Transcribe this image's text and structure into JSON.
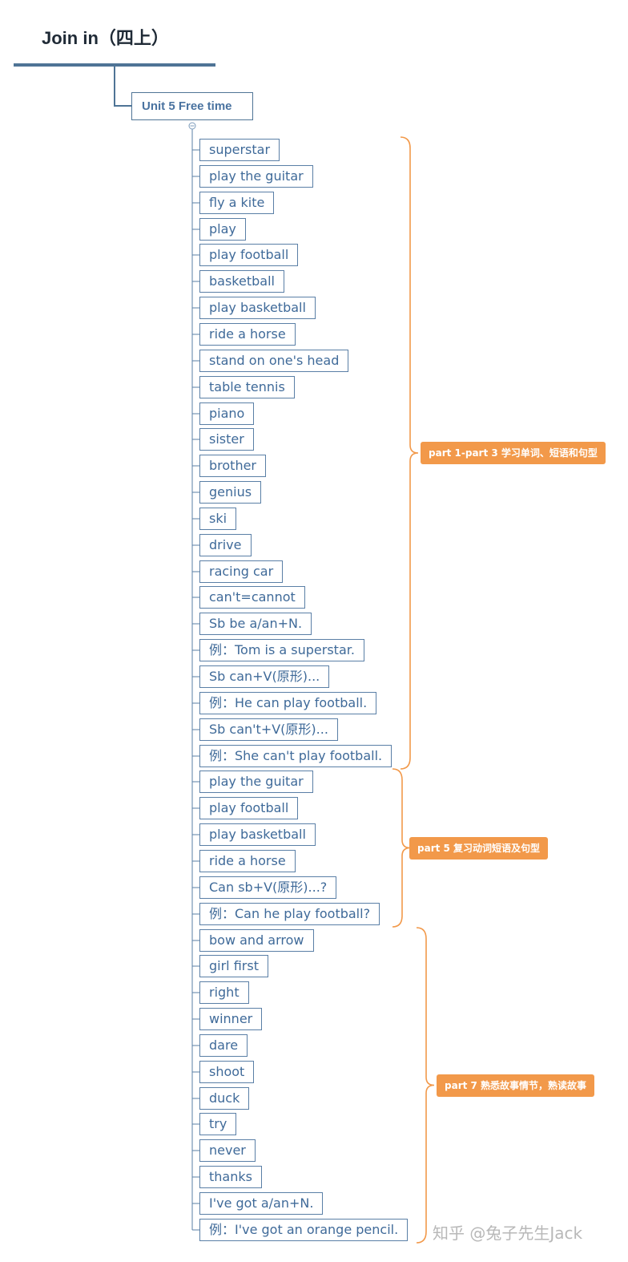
{
  "root": {
    "title": "Join in（四上）"
  },
  "unit": {
    "title": "Unit 5 Free time"
  },
  "items": [
    "superstar",
    "play the guitar",
    "fly a kite",
    "play",
    "play football",
    "basketball",
    "play basketball",
    "ride a horse",
    "stand on one's head",
    "table tennis",
    "piano",
    "sister",
    "brother",
    "genius",
    "ski",
    "drive",
    "racing car",
    "can't=cannot",
    "Sb be a/an+N.",
    "例：Tom is a superstar.",
    "Sb can+V(原形)...",
    "例：He can play football.",
    "Sb can't+V(原形)...",
    "例：She can't play football.",
    "play the guitar",
    "play football",
    "play basketball",
    "ride a horse",
    "Can sb+V(原形)...?",
    "例：Can he play football?",
    "bow and arrow",
    "girl first",
    "right",
    "winner",
    "dare",
    "shoot",
    "duck",
    "try",
    "never",
    "thanks",
    "I've got a/an+N.",
    "例：I've got an orange pencil."
  ],
  "groups": [
    {
      "label": "part 1-part 3 学习单词、短语和句型",
      "from": 0,
      "to": 23
    },
    {
      "label": "part 5 复习动词短语及句型",
      "from": 24,
      "to": 29
    },
    {
      "label": "part 7 熟悉故事情节，熟读故事",
      "from": 30,
      "to": 41
    }
  ],
  "watermark": "知乎 @兔子先生Jack",
  "colors": {
    "branch": "#5a7fa6",
    "bracket": "#f2994a",
    "tag_bg": "#f2994a"
  }
}
